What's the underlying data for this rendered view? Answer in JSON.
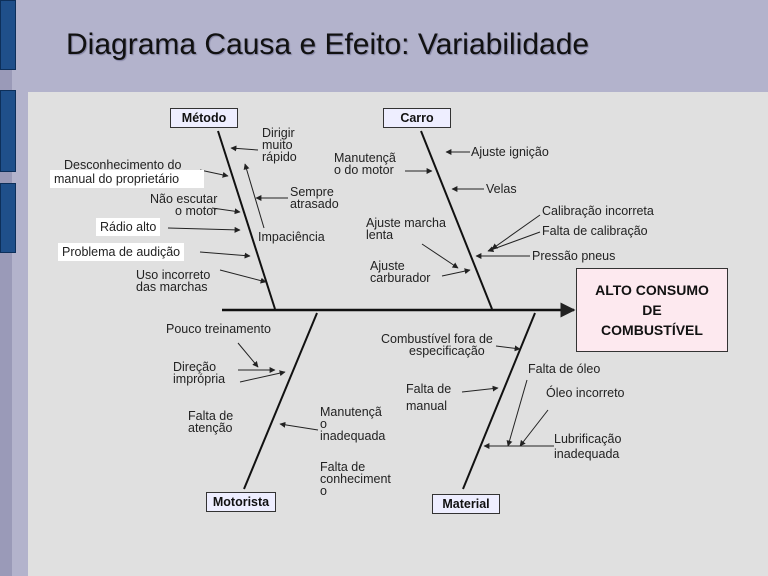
{
  "title": "Diagrama Causa e Efeito: Variabilidade",
  "effect": [
    "ALTO CONSUMO",
    "DE",
    "COMBUSTÍVEL"
  ],
  "categories": {
    "metodo": "Método",
    "carro": "Carro",
    "motorista": "Motorista",
    "material": "Material"
  },
  "causes": {
    "metodo": {
      "dirigir": [
        "Dirigir",
        "muito",
        "rápido"
      ],
      "desconhecimento": [
        "Desconhecimento do",
        "manual do proprietário"
      ],
      "nao_escutar": [
        "Não escutar",
        "o motor"
      ],
      "sempre_atrasado": [
        "Sempre",
        "atrasado"
      ],
      "radio_alto": "Rádio alto",
      "problema_audicao": "Problema de audição",
      "impaciencia": "Impaciência",
      "uso_incorreto": [
        "Uso incorreto",
        "das marchas"
      ]
    },
    "carro": {
      "manutencao_motor": [
        "Manutençã",
        "o do motor"
      ],
      "ajuste_ignicao": "Ajuste ignição",
      "velas": "Velas",
      "ajuste_marcha": [
        "Ajuste marcha",
        "lenta"
      ],
      "calibracao_incorreta": "Calibração incorreta",
      "falta_calibracao": "Falta de calibração",
      "pressao_pneus": "Pressão pneus",
      "ajuste_carburador": [
        "Ajuste",
        "carburador"
      ]
    },
    "motorista": {
      "pouco_treinamento": "Pouco treinamento",
      "direcao_impropria": [
        "Direção",
        "imprópria"
      ],
      "falta_atencao": [
        "Falta de",
        "atenção"
      ],
      "manutencao_inadequada": [
        "Manutençã",
        "o",
        "inadequada"
      ],
      "falta_conhecimento": [
        "Falta de",
        "conheciment",
        "o"
      ]
    },
    "material": {
      "combustivel": [
        "Combustível fora de",
        "especificação"
      ],
      "falta_manual": [
        "Falta de",
        "manual"
      ],
      "falta_oleo": "Falta de óleo",
      "oleo_incorreto": "Óleo incorreto",
      "lubrificacao": [
        "Lubrificação",
        "inadequada"
      ]
    }
  },
  "colors": {
    "background": "#b3b3cc",
    "slide": "#e0e0e0",
    "tabs": "#1f4f8a",
    "category_box": "#eeeeff",
    "effect_box": "#fde9ef"
  }
}
